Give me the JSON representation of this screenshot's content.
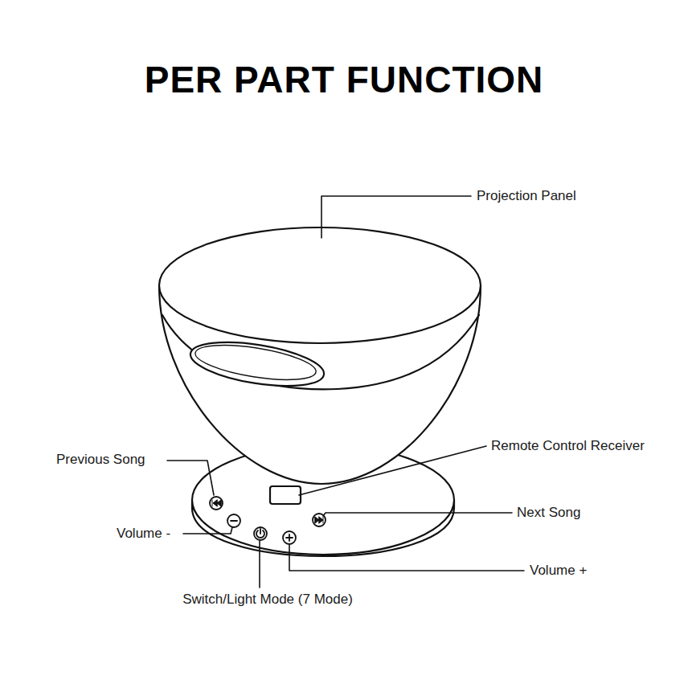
{
  "diagram": {
    "title": "PER PART FUNCTION",
    "labels": [
      "Projection Panel",
      "Remote Control Receiver",
      "Previous Song",
      "Next Song",
      "Volume -",
      "Volume +",
      "Switch/Light Mode (7 Mode)"
    ]
  }
}
